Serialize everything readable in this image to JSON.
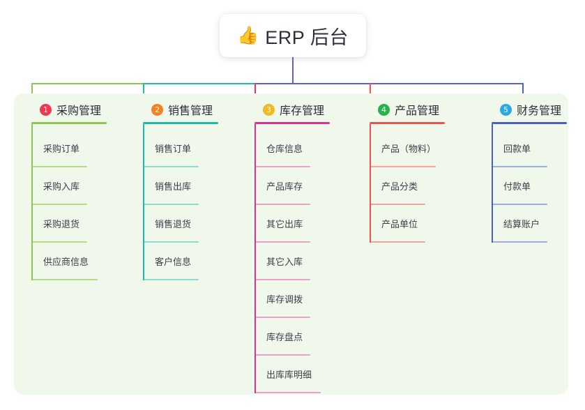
{
  "diagram": {
    "type": "mindmap",
    "root": {
      "emoji": "👍",
      "icon_name": "thumbs-up-icon",
      "title": "ERP 后台"
    },
    "panel_color": "#eff8ea",
    "bus": {
      "segment_colors": [
        "#8cc653",
        "#18bfa6",
        "#5b64c8"
      ]
    },
    "branches": [
      {
        "number": "1",
        "title": "采购管理",
        "badge_color": "#f0384f",
        "line_color": "#8cc653",
        "item_line_color": "#b6d98a",
        "items": [
          "采购订单",
          "采购入库",
          "采购退货",
          "供应商信息"
        ]
      },
      {
        "number": "2",
        "title": "销售管理",
        "badge_color": "#f58220",
        "line_color": "#18bfa6",
        "item_line_color": "#8ddbd0",
        "items": [
          "销售订单",
          "销售出库",
          "销售退货",
          "客户信息"
        ]
      },
      {
        "number": "3",
        "title": "库存管理",
        "badge_color": "#f5b820",
        "line_color": "#e0318f",
        "item_line_color": "#eba0c8",
        "items": [
          "仓库信息",
          "产品库存",
          "其它出库",
          "其它入库",
          "库存调拨",
          "库存盘点",
          "出库库明细"
        ]
      },
      {
        "number": "4",
        "title": "产品管理",
        "badge_color": "#27b34a",
        "line_color": "#f2524f",
        "item_line_color": "#f4a29f",
        "items": [
          "产品（物料）",
          "产品分类",
          "产品单位"
        ]
      },
      {
        "number": "5",
        "title": "财务管理",
        "badge_color": "#29aae1",
        "line_color": "#4860c8",
        "item_line_color": "#9fb0e0",
        "items": [
          "回款单",
          "付款单",
          "结算账户"
        ]
      }
    ]
  }
}
